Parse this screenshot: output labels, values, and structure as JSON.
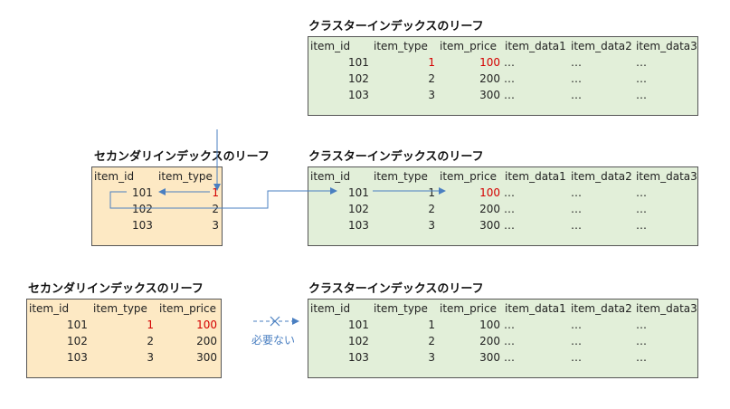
{
  "labels": {
    "clustered_leaf": "クラスターインデックスのリーフ",
    "secondary_leaf": "セカンダリインデックスのリーフ",
    "not_needed": "必要ない"
  },
  "columns": {
    "item_id": "item_id",
    "item_type": "item_type",
    "item_price": "item_price",
    "item_data1": "item_data1",
    "item_data2": "item_data2",
    "item_data3": "item_data3"
  },
  "rows": [
    {
      "item_id": "101",
      "item_type": "1",
      "item_price": "100",
      "item_data1": "…",
      "item_data2": "…",
      "item_data3": "…"
    },
    {
      "item_id": "102",
      "item_type": "2",
      "item_price": "200",
      "item_data1": "…",
      "item_data2": "…",
      "item_data3": "…"
    },
    {
      "item_id": "103",
      "item_type": "3",
      "item_price": "300",
      "item_data1": "…",
      "item_data2": "…",
      "item_data3": "…"
    }
  ],
  "colors": {
    "highlight": "#d40000",
    "arrow": "#4a7fc1",
    "clustered_fill": "#e2efd9",
    "secondary_fill": "#fde9c4"
  }
}
